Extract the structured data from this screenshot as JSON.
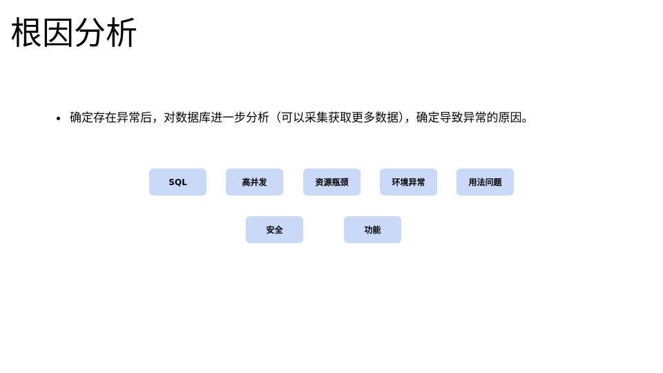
{
  "title": "根因分析",
  "bullet": {
    "text": "确定存在异常后，对数据库进一步分析（可以采集获取更多数据），确定导致异常的原因。"
  },
  "tags": [
    "SQL",
    "高并发",
    "资源瓶颈",
    "环境异常",
    "用法问题",
    "安全",
    "功能"
  ],
  "colors": {
    "tag_fill": "#c9daf8",
    "text": "#000000",
    "background": "#ffffff"
  }
}
